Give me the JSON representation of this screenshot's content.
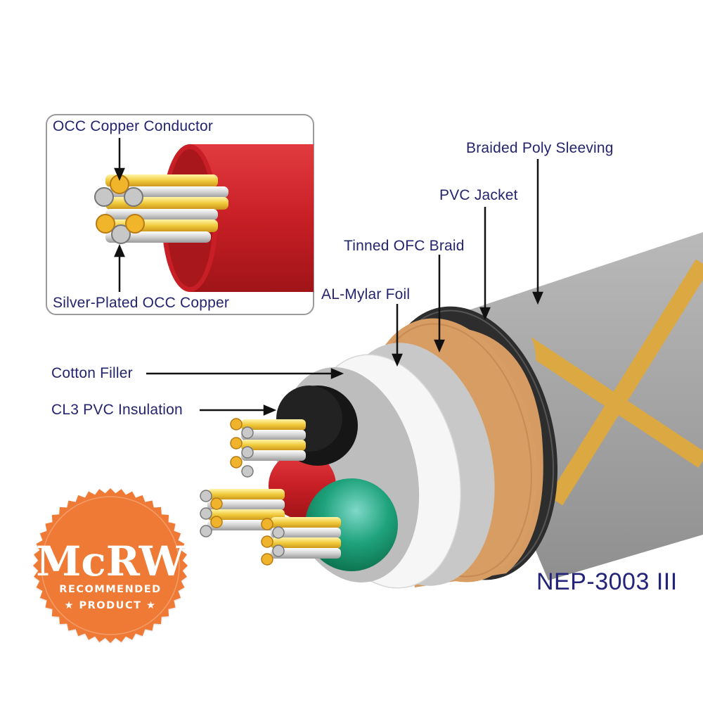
{
  "labels": {
    "occ_copper_conductor": "OCC Copper Conductor",
    "silver_plated_occ_copper": "Silver-Plated OCC Copper",
    "braided_poly_sleeving": "Braided Poly Sleeving",
    "pvc_jacket": "PVC Jacket",
    "tinned_ofc_braid": "Tinned OFC Braid",
    "al_mylar_foil": "AL-Mylar Foil",
    "cotton_filler": "Cotton Filler",
    "cl3_pvc_insulation": "CL3 PVC Insulation"
  },
  "model_name": "NEP-3003 III",
  "badge": {
    "logo_text": "McRW",
    "line1": "RECOMMENDED",
    "line2": "★ PRODUCT ★",
    "color": "#ef7a35"
  },
  "colors": {
    "label_text": "#24246e",
    "sleeve": "#9c9c9c",
    "sleeve_stripe": "#dca842",
    "jacket": "#2e2e2e",
    "braid": "#d89b62",
    "foil": "#c9c9c9",
    "filler": "#f4f4f4",
    "insulation_black": "#141414",
    "insulation_red": "#d8242a",
    "insulation_green": "#15a070",
    "conductor_gold": "#f1cf39",
    "conductor_silver": "#d7d7d7"
  }
}
